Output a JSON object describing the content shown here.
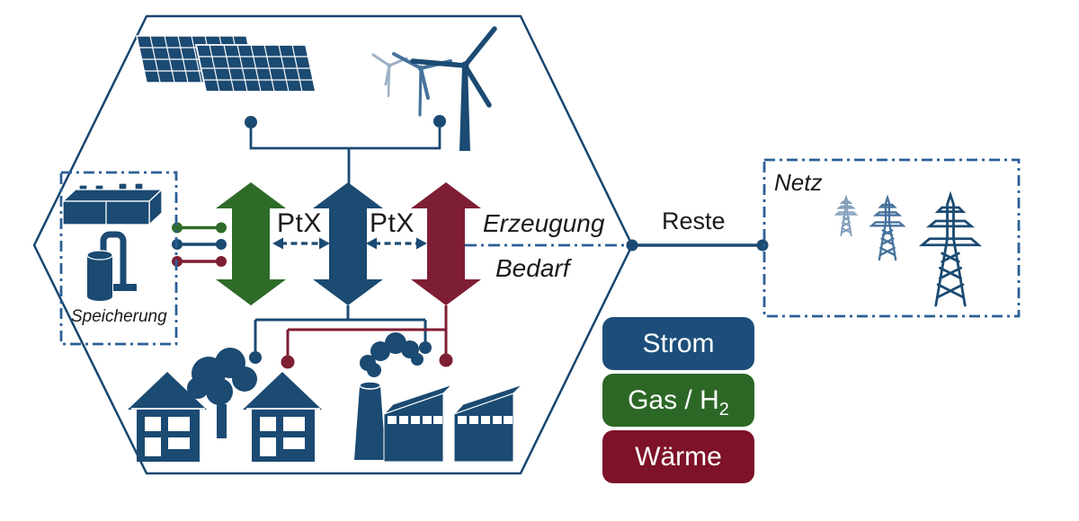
{
  "labels": {
    "ptx_left": "PtX",
    "ptx_right": "PtX",
    "erzeugung": "Erzeugung",
    "bedarf": "Bedarf",
    "reste": "Reste",
    "netz": "Netz",
    "speicherung": "Speicherung"
  },
  "legend": {
    "items": [
      {
        "label": "Strom",
        "color": "#1d4e7b"
      },
      {
        "label_main": "Gas / H",
        "label_sub": "2",
        "color": "#2c6726"
      },
      {
        "label": "Wärme",
        "color": "#7d1228"
      }
    ]
  },
  "colors": {
    "strom_blue": "#1b4a72",
    "gas_green": "#2e6b28",
    "waerme_red": "#7e1e34",
    "outline_blue": "#17466f",
    "dashdot_blue": "#2b5f96",
    "pylon_light": "#84a0bd",
    "pylon_medium": "#46729c",
    "text_black": "#1a1a1a"
  },
  "icons": {
    "solar": "solar-panels-icon",
    "wind": "wind-turbines-icon",
    "battery": "battery-storage-icon",
    "tank": "gas-tank-icon",
    "houses": "houses-icon",
    "tree": "tree-icon",
    "factory": "factory-icon",
    "towers": "transmission-towers-icon"
  }
}
